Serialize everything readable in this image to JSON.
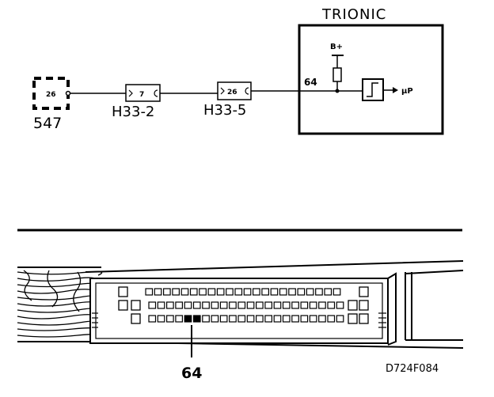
{
  "ecu": {
    "title": "TRIONIC",
    "supply_label": "B+",
    "pin_label": "64",
    "output_label": "μP"
  },
  "component_547": {
    "pin": "26",
    "label": "547"
  },
  "connector_h33_2": {
    "pin": "7",
    "label": "H33-2"
  },
  "connector_h33_5": {
    "pin": "26",
    "label": "H33-5"
  },
  "ecu_plug": {
    "pin_callout": "64"
  },
  "figure_code": "D724F084",
  "colors": {
    "line": "#000000",
    "background": "#ffffff"
  }
}
